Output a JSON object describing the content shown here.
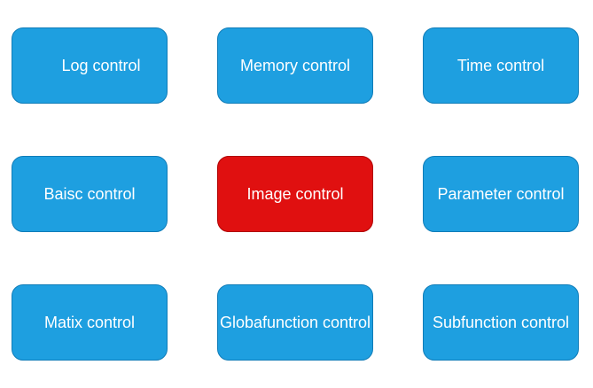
{
  "page": {
    "background": "#FFFFFF"
  },
  "palette": {
    "blue_fill": "#1E9FE0",
    "blue_stroke": "#0F7CB8",
    "red_fill": "#E01010",
    "red_stroke": "#B00000",
    "text": "#FFFFFF"
  },
  "grid": {
    "items": [
      {
        "label": "Log control",
        "color": "blue"
      },
      {
        "label": "Memory control",
        "color": "blue"
      },
      {
        "label": "Time control",
        "color": "blue"
      },
      {
        "label": "Baisc control",
        "color": "blue"
      },
      {
        "label": "Image control",
        "color": "red"
      },
      {
        "label": "Parameter control",
        "color": "blue"
      },
      {
        "label": "Matix control",
        "color": "blue"
      },
      {
        "label": "Globafunction control",
        "color": "blue"
      },
      {
        "label": "Subfunction control",
        "color": "blue"
      }
    ]
  }
}
